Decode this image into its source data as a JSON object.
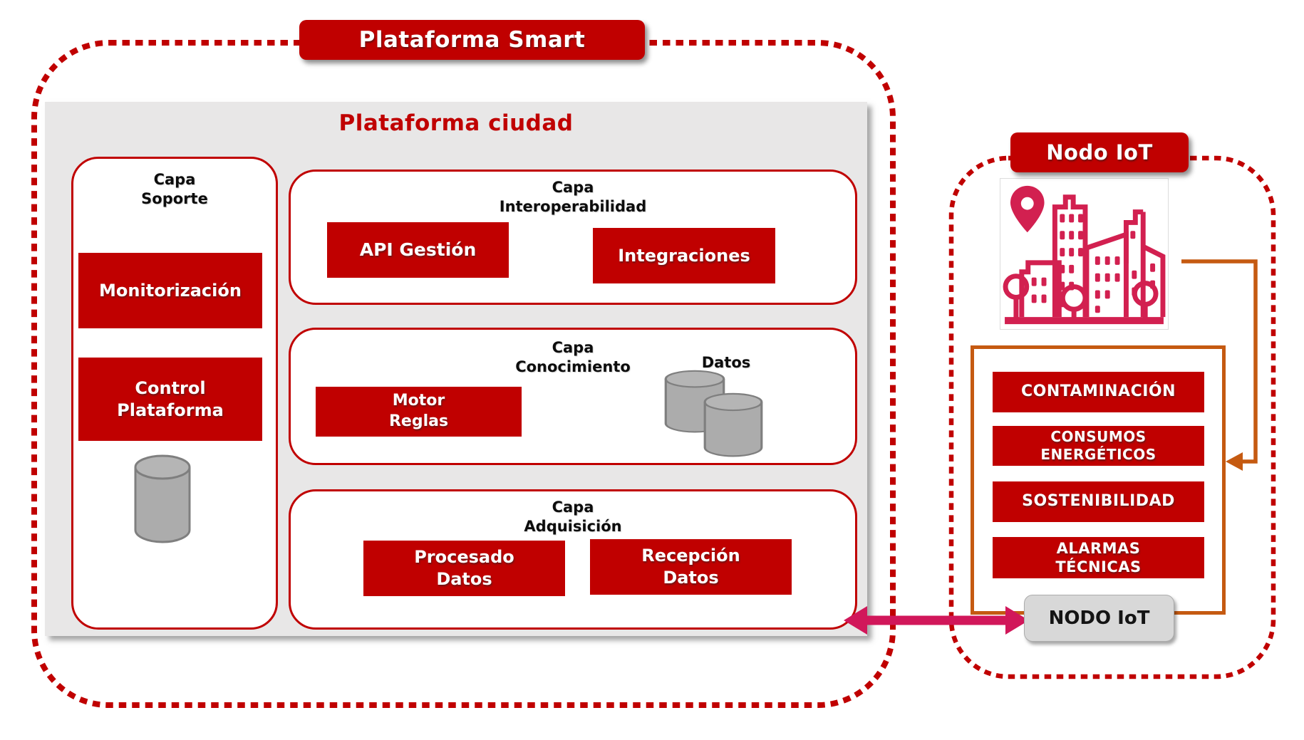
{
  "plataforma_smart": {
    "title": "Plataforma Smart"
  },
  "nodo_iot_header": {
    "title": "Nodo IoT"
  },
  "plataforma_ciudad": {
    "title": "Plataforma ciudad",
    "capa_soporte": {
      "title_lines": [
        "Capa",
        "Soporte"
      ],
      "monitorizacion": "Monitorización",
      "control_plataforma_lines": [
        "Control",
        "Plataforma"
      ]
    },
    "capa_interoperabilidad": {
      "title_lines": [
        "Capa",
        "Interoperabilidad"
      ],
      "api_gestion": "API Gestión",
      "integraciones": "Integraciones"
    },
    "capa_conocimiento": {
      "title_lines": [
        "Capa",
        "Conocimiento"
      ],
      "motor_reglas_lines": [
        "Motor",
        "Reglas"
      ],
      "datos_label": "Datos"
    },
    "capa_adquisicion": {
      "title_lines": [
        "Capa",
        "Adquisición"
      ],
      "procesado_datos_lines": [
        "Procesado",
        "Datos"
      ],
      "recepcion_datos_lines": [
        "Recepción",
        "Datos"
      ]
    }
  },
  "nodo_iot_panel": {
    "sensors": [
      {
        "lines": [
          "CONTAMINACIÓN"
        ]
      },
      {
        "lines": [
          "CONSUMOS",
          "ENERGÉTICOS"
        ]
      },
      {
        "lines": [
          "SOSTENIBILIDAD"
        ]
      },
      {
        "lines": [
          "ALARMAS",
          "TÉCNICAS"
        ]
      }
    ],
    "node_box": "NODO IoT"
  },
  "icons": {
    "city": "smart-city-icon",
    "database": "database-cylinder-icon"
  },
  "colors": {
    "red": "#C00000",
    "orange": "#C55A11",
    "magenta": "#D1175A",
    "panel_gray": "#E8E7E7",
    "icon_red": "#D22050",
    "cylinder_gray": "#ACACAC",
    "cylinder_top": "#B5B5B5",
    "cylinder_stroke": "#7F7F7F"
  }
}
